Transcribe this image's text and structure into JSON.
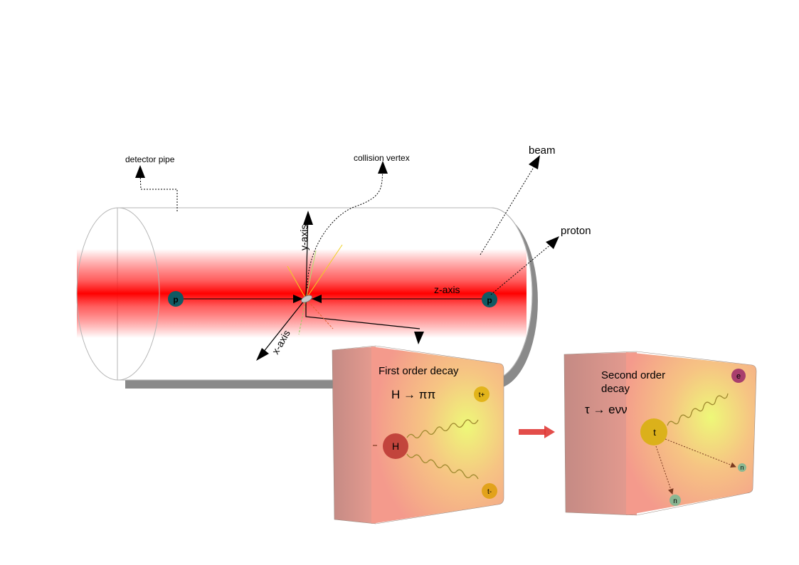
{
  "labels": {
    "detector_pipe": "detector pipe",
    "collision_vertex": "collision vertex",
    "beam": "beam",
    "proton": "proton",
    "y_axis": "y-axis",
    "x_axis": "x-axis",
    "z_axis": "z-axis"
  },
  "particles": {
    "proton_left": "p",
    "proton_right": "p",
    "higgs": "H",
    "tau_plus": "t+",
    "tau_minus": "t-",
    "tau": "t",
    "electron": "e",
    "neutrino_1": "n",
    "neutrino_2": "n"
  },
  "first_box": {
    "title": "First order decay",
    "equation": "H → ππ"
  },
  "second_box": {
    "title_line1": "Second order",
    "title_line2": "decay",
    "equation": "τ → eνν"
  },
  "colors": {
    "beam_red": "#ff0000",
    "proton_teal": "#0f5a63",
    "arrow_red": "#e03a36",
    "higgs": "#b8332f",
    "tau_yellow": "#e0b010"
  }
}
